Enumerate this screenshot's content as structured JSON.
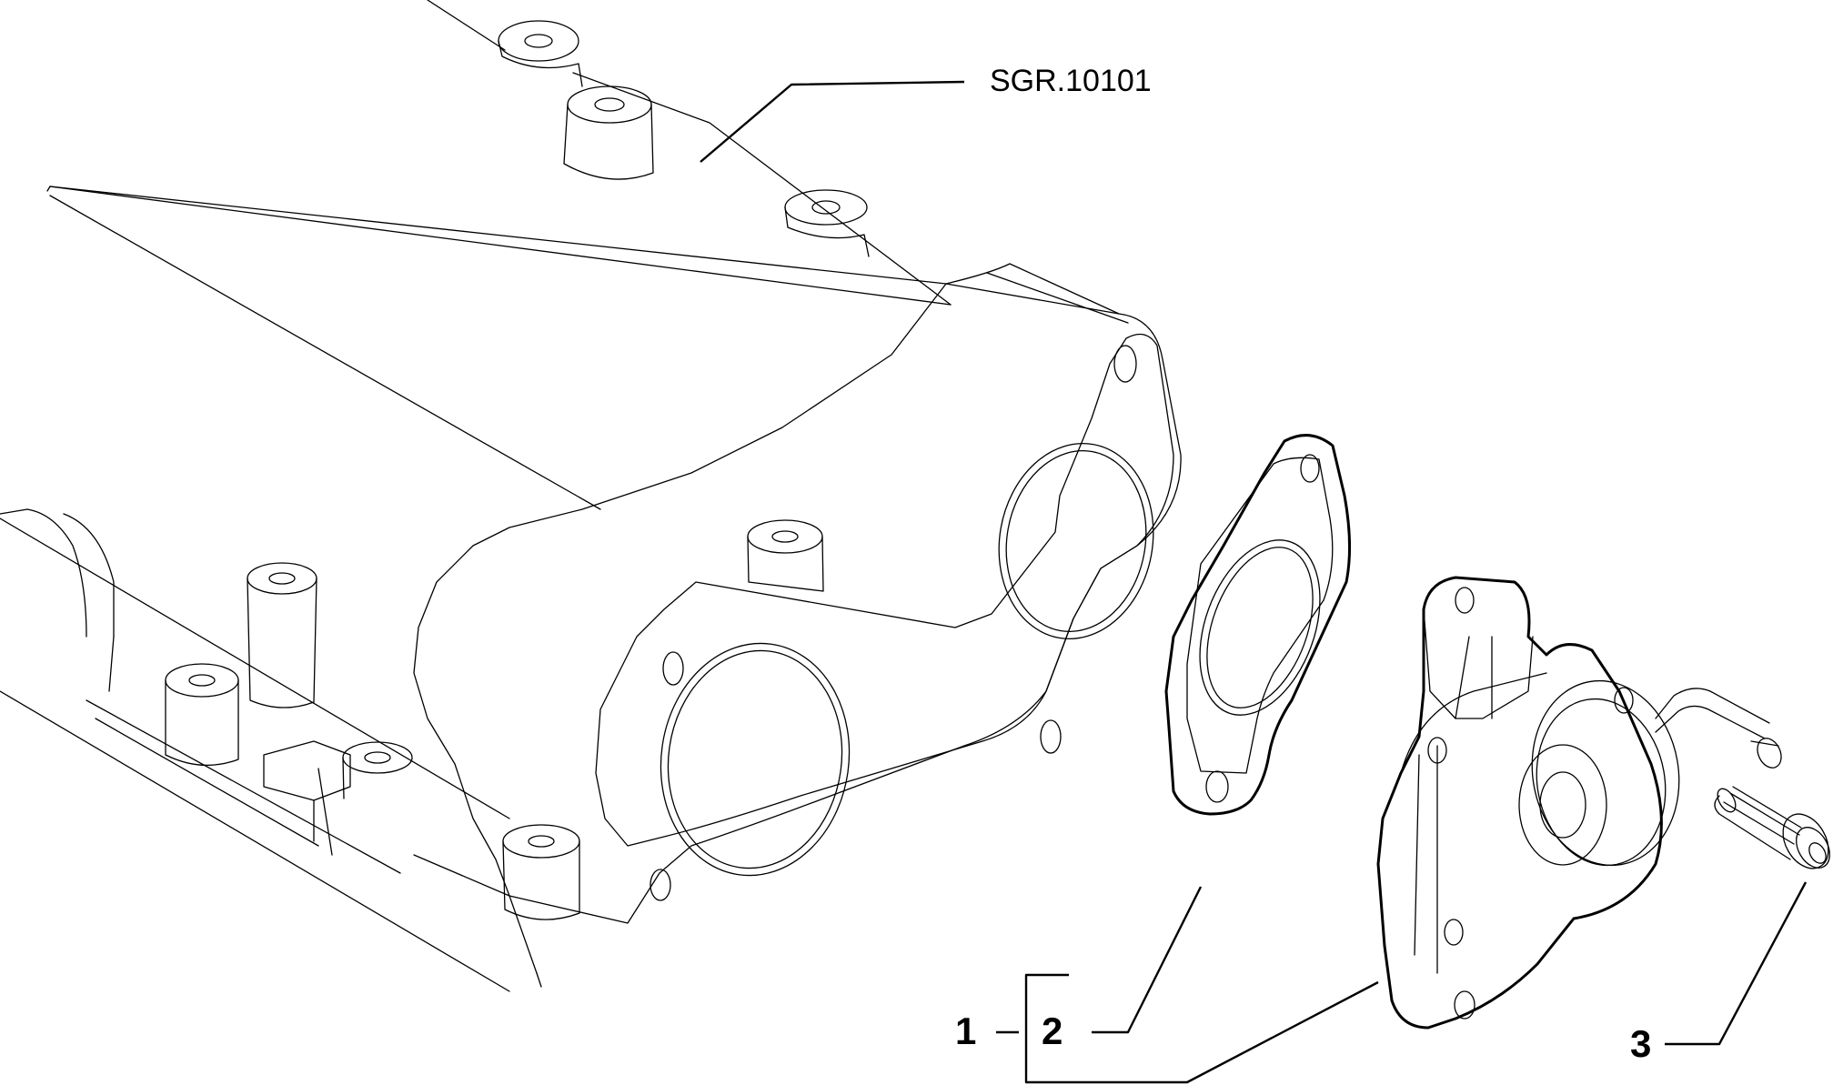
{
  "reference_label": "SGR.10101",
  "callouts": {
    "assembly": "1",
    "gasket": "2",
    "screw": "3"
  },
  "colors": {
    "ink": "#000000",
    "background": "#ffffff"
  }
}
